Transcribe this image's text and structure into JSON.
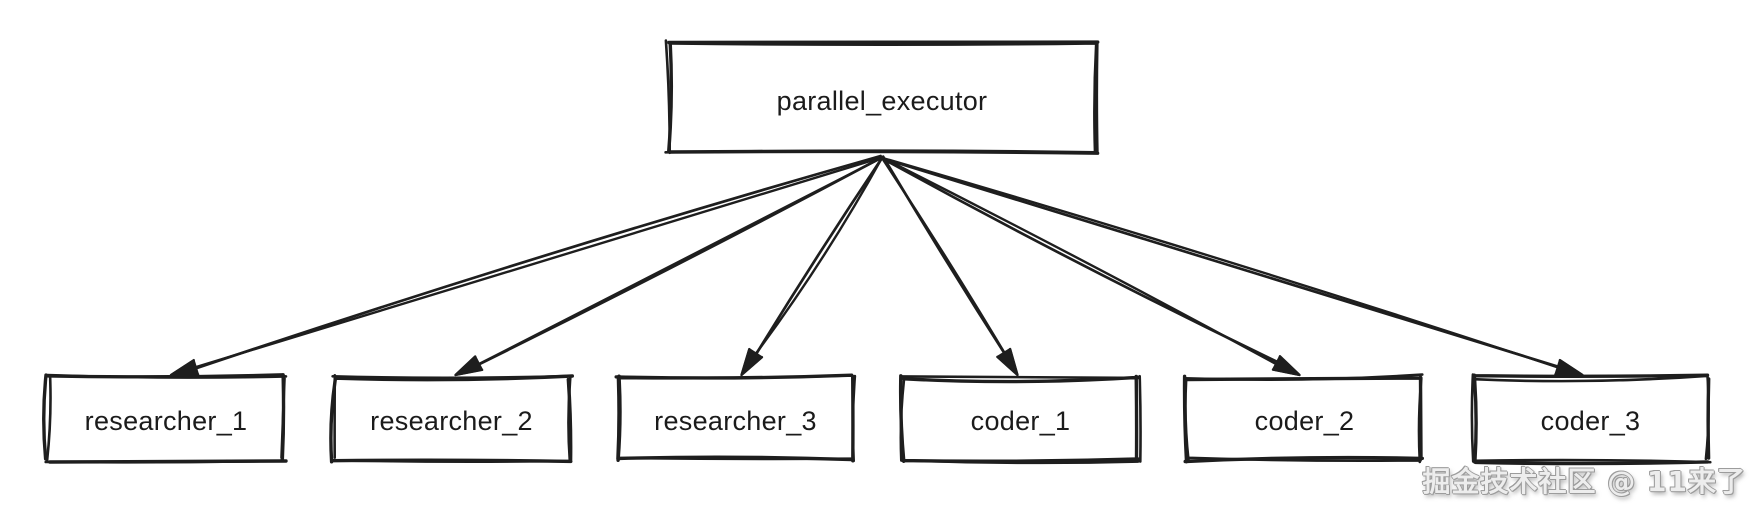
{
  "diagram": {
    "style": {
      "stroke_color": "#1e1e1e",
      "label_color": "#1b1b1b",
      "background": "#ffffff",
      "watermark_color": "#9c9c9c"
    },
    "nodes": [
      {
        "id": "parallel_executor",
        "label": "parallel_executor"
      },
      {
        "id": "researcher_1",
        "label": "researcher_1"
      },
      {
        "id": "researcher_2",
        "label": "researcher_2"
      },
      {
        "id": "researcher_3",
        "label": "researcher_3"
      },
      {
        "id": "coder_1",
        "label": "coder_1"
      },
      {
        "id": "coder_2",
        "label": "coder_2"
      },
      {
        "id": "coder_3",
        "label": "coder_3"
      }
    ],
    "edges": [
      {
        "from": "parallel_executor",
        "to": "researcher_1"
      },
      {
        "from": "parallel_executor",
        "to": "researcher_2"
      },
      {
        "from": "parallel_executor",
        "to": "researcher_3"
      },
      {
        "from": "parallel_executor",
        "to": "coder_1"
      },
      {
        "from": "parallel_executor",
        "to": "coder_2"
      },
      {
        "from": "parallel_executor",
        "to": "coder_3"
      }
    ]
  },
  "watermark": {
    "text": "掘金技术社区 @ 11来了"
  }
}
